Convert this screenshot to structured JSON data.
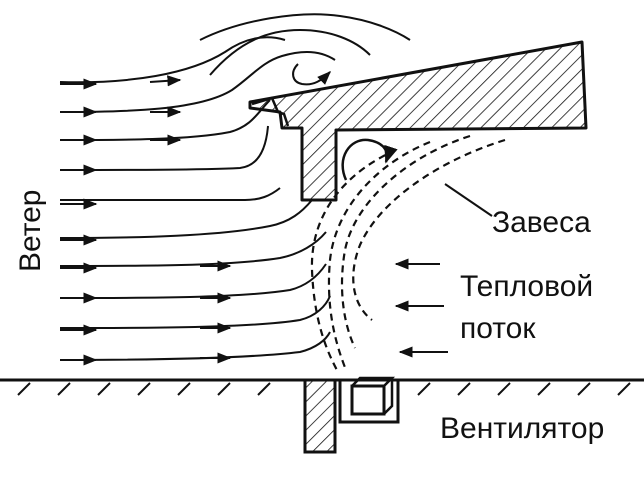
{
  "labels": {
    "wind": "Ветер",
    "curtain": "Завеса",
    "heat_flow_line1": "Тепловой",
    "heat_flow_line2": "поток",
    "fan": "Вентилятор"
  },
  "colors": {
    "ink": "#111111",
    "background": "#ffffff"
  }
}
